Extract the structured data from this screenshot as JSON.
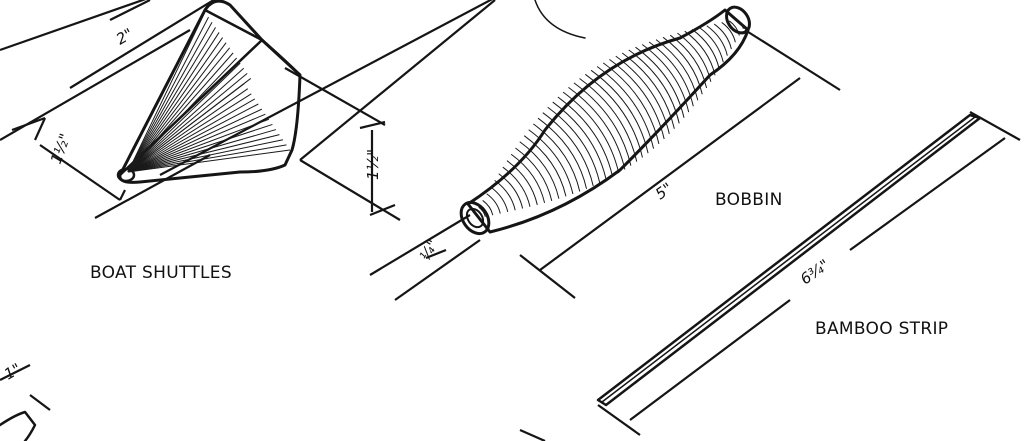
{
  "labels": {
    "boat_shuttles": "BOAT SHUTTLES",
    "bobbin": "BOBBIN",
    "bamboo_strip": "BAMBOO STRIP"
  },
  "dimensions": {
    "shuttle_length": "2\"",
    "shuttle_width": "1½\"",
    "shuttle_height": "1½\"",
    "shuttle_corner": "1\"",
    "bobbin_length": "5\"",
    "bobbin_end": "¼\"",
    "strip_length": "6¾\""
  }
}
